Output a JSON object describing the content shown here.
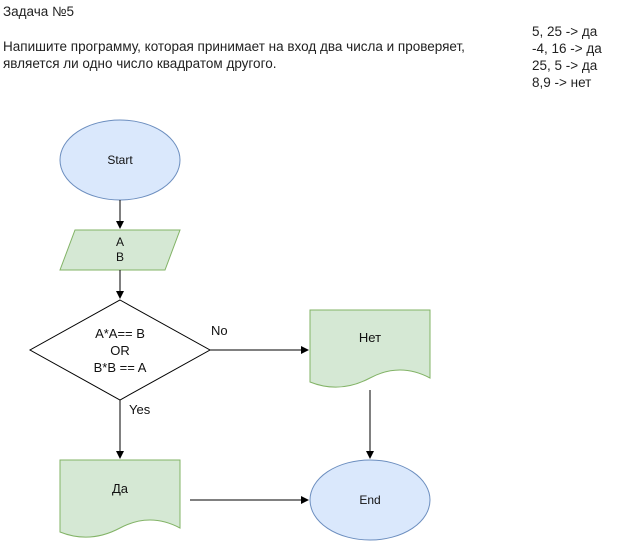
{
  "header": {
    "title": "Задача №5",
    "task_line1": "Напишите программу, которая принимает на вход два числа и проверяет,",
    "task_line2": "является ли одно число квадратом другого."
  },
  "examples": [
    "5, 25 -> да",
    "-4, 16 -> да",
    "25, 5 -> да",
    "8,9 -> нет"
  ],
  "flowchart": {
    "start": "Start",
    "input_a": "A",
    "input_b": "B",
    "cond_line1": "A*A== B",
    "cond_line2": "OR",
    "cond_line3": "B*B == A",
    "label_no": "No",
    "label_yes": "Yes",
    "out_no": "Нет",
    "out_yes": "Да",
    "end": "End"
  },
  "colors": {
    "terminal_fill": "#dae8fc",
    "terminal_stroke": "#6c8ebf",
    "io_fill": "#d5e8d4",
    "io_stroke": "#82b366",
    "line": "#000000"
  }
}
